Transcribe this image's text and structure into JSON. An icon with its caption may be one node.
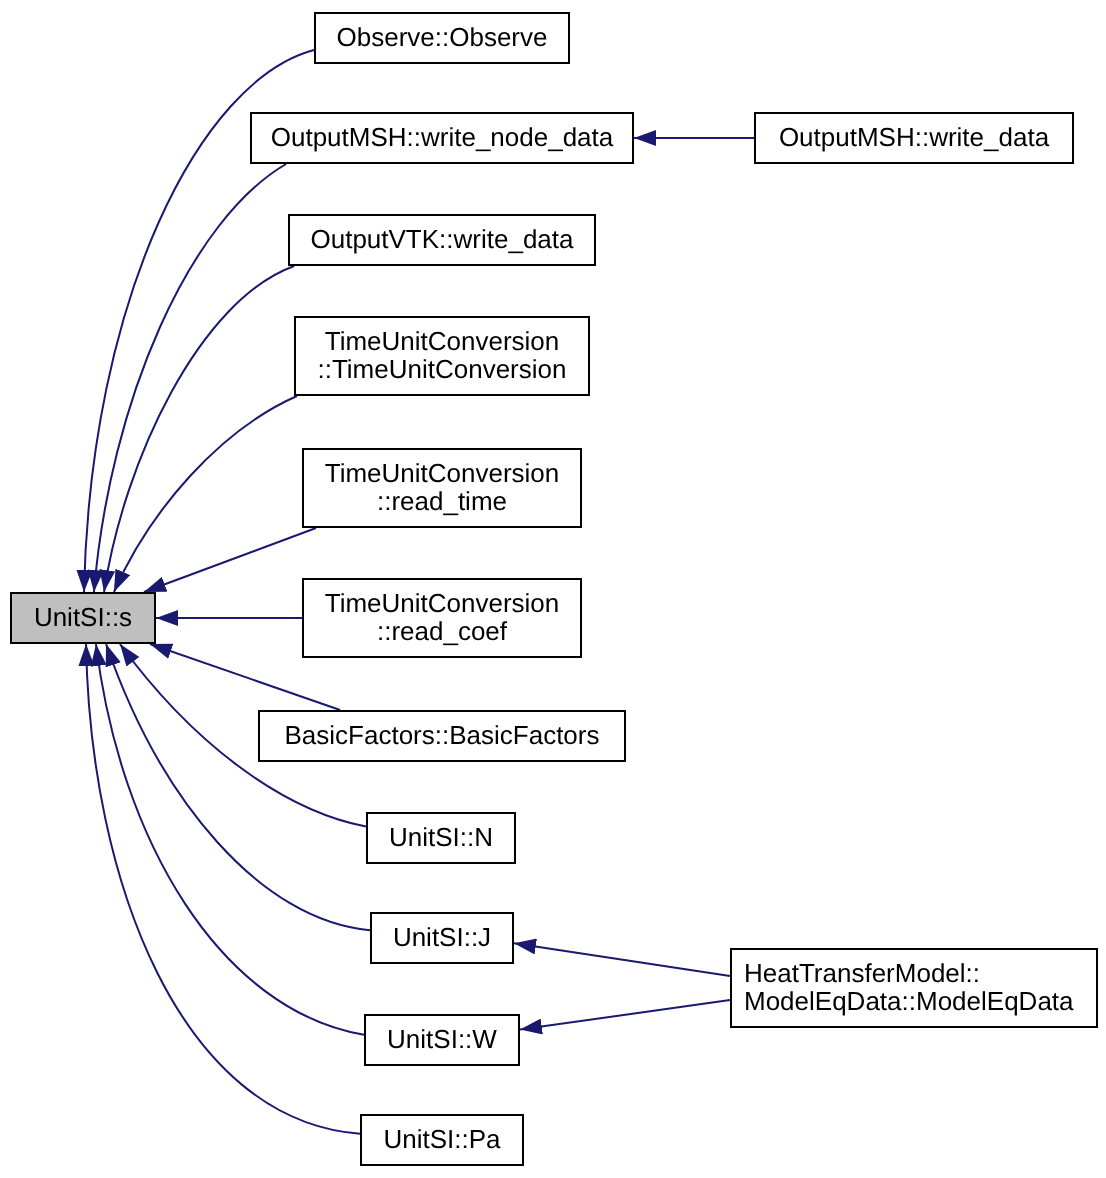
{
  "diagram": {
    "nodes": [
      {
        "text": [
          "UnitSI::s"
        ]
      },
      {
        "text": [
          "Observe::Observe"
        ]
      },
      {
        "text": [
          "OutputMSH::write_node_data"
        ]
      },
      {
        "text": [
          "OutputMSH::write_data"
        ]
      },
      {
        "text": [
          "OutputVTK::write_data"
        ]
      },
      {
        "text": [
          "TimeUnitConversion ::TimeUnitConversion"
        ]
      },
      {
        "text": [
          "TimeUnitConversion ::read_time"
        ]
      },
      {
        "text": [
          "TimeUnitConversion ::read_coef"
        ]
      },
      {
        "text": [
          "BasicFactors::BasicFactors"
        ]
      },
      {
        "text": [
          "UnitSI::N"
        ]
      },
      {
        "text": [
          "UnitSI::J"
        ]
      },
      {
        "text": [
          "UnitSI::W"
        ]
      },
      {
        "text": [
          "UnitSI::Pa"
        ]
      },
      {
        "text": [
          "HeatTransferModel:: ModelEqData::ModelEqData"
        ]
      }
    ],
    "edges": [
      {
        "from": 1,
        "to": 0,
        "arrow": "to"
      },
      {
        "from": 2,
        "to": 0,
        "arrow": "to"
      },
      {
        "from": 3,
        "to": 2,
        "arrow": "to"
      },
      {
        "from": 4,
        "to": 0,
        "arrow": "to"
      },
      {
        "from": 5,
        "to": 0,
        "arrow": "to"
      },
      {
        "from": 6,
        "to": 0,
        "arrow": "to"
      },
      {
        "from": 7,
        "to": 0,
        "arrow": "to"
      },
      {
        "from": 8,
        "to": 0,
        "arrow": "to"
      },
      {
        "from": 9,
        "to": 0,
        "arrow": "to"
      },
      {
        "from": 10,
        "to": 0,
        "arrow": "to"
      },
      {
        "from": 11,
        "to": 0,
        "arrow": "to"
      },
      {
        "from": 12,
        "to": 0,
        "arrow": "to"
      },
      {
        "from": 13,
        "to": 10,
        "arrow": "to"
      },
      {
        "from": 13,
        "to": 11,
        "arrow": "to"
      }
    ]
  }
}
